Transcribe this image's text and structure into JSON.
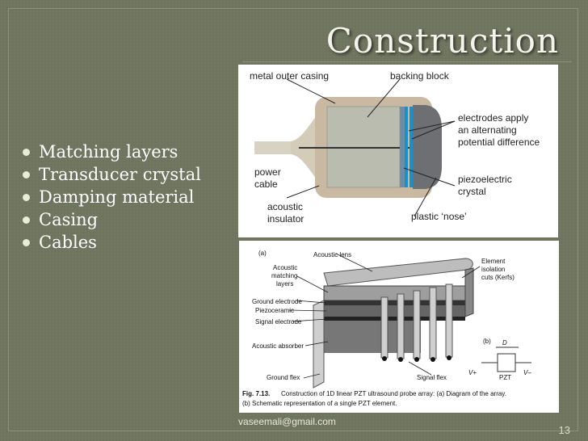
{
  "slide": {
    "title": "Construction",
    "bullets": [
      "Matching layers",
      "Transducer crystal",
      "Damping material",
      "Casing",
      "Cables"
    ],
    "footer_email": "vaseemali@gmail.com",
    "page_number": "13"
  },
  "figure_top": {
    "labels": {
      "metal_outer_casing": "metal outer casing",
      "backing_block": "backing block",
      "electrodes_1": "electrodes apply",
      "electrodes_2": "an alternating",
      "electrodes_3": "potential difference",
      "power_1": "power",
      "power_2": "cable",
      "piezo_1": "piezoelectric",
      "piezo_2": "crystal",
      "acoustic_1": "acoustic",
      "acoustic_2": "insulator",
      "plastic_nose": "plastic ‘nose’"
    }
  },
  "figure_bottom": {
    "labels": {
      "panel_a": "(a)",
      "acoustic_lens": "Acoustic lens",
      "matching_1": "Acoustic",
      "matching_2": "matching",
      "matching_3": "layers",
      "ground_electrode": "Ground electrode",
      "piezoceramic": "Piezoceramic",
      "signal_electrode": "Signal electrode",
      "acoustic_absorber": "Acoustic absorber",
      "ground_flex": "Ground flex",
      "signal_flex": "Signal flex",
      "element_1": "Element",
      "element_2": "isolation",
      "element_3": "cuts (Kerfs)",
      "panel_b": "(b)",
      "dim_d": "D",
      "v_plus": "V+",
      "v_minus": "V–",
      "pzt": "PZT",
      "caption_bold": "Fig. 7.13.",
      "caption_1": "Construction of 1D linear PZT ultrasound probe array: (a) Diagram of the array.",
      "caption_2": "(b) Schematic representation of a single PZT element."
    }
  }
}
